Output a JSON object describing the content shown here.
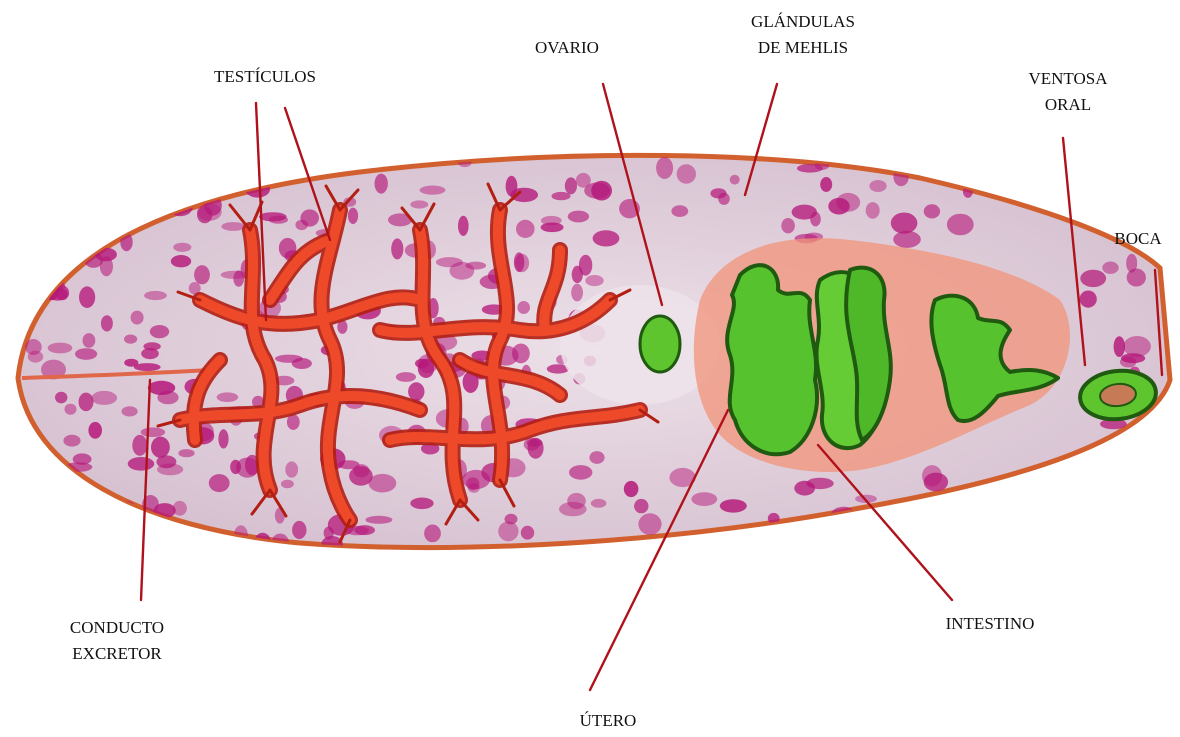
{
  "labels": {
    "testiculos": "TESTÍCULOS",
    "ovario": "OVARIO",
    "glandulas_line1": "GLÁNDULAS",
    "glandulas_line2": "DE MEHLIS",
    "ventosa_line1": "VENTOSA",
    "ventosa_line2": "ORAL",
    "boca": "BOCA",
    "conducto_line1": "CONDUCTO",
    "conducto_line2": "EXCRETOR",
    "intestino": "INTESTINO",
    "utero": "ÚTERO"
  },
  "colors": {
    "body_fill": "#d9c7d3",
    "body_outline": "#d2602e",
    "vitellaria_spots": "#b5187a",
    "testes": "#ee4a2a",
    "testes_outline": "#b21e12",
    "intestine": "#55c22e",
    "intestine_outline": "#1f5a10",
    "uterus_halo": "#f2937a",
    "leader_lines": "#b0121b",
    "label_text": "#111111"
  }
}
